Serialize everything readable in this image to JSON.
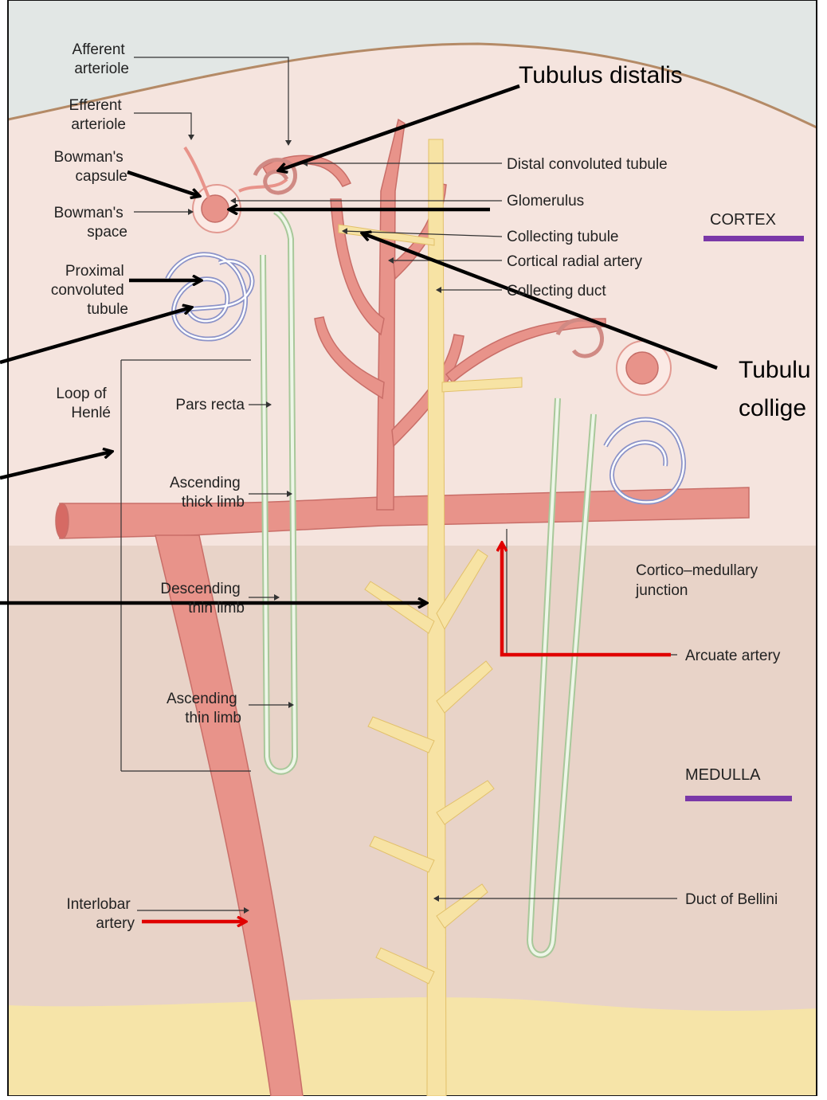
{
  "labels": {
    "afferent_arteriole": [
      "Afferent",
      "arteriole"
    ],
    "efferent_arteriole": [
      "Efferent",
      "arteriole"
    ],
    "bowmans_capsule": [
      "Bowman's",
      "capsule"
    ],
    "bowmans_space": [
      "Bowman's",
      "space"
    ],
    "proximal_convoluted_tubule": [
      "Proximal",
      "convoluted",
      "tubule"
    ],
    "loop_of_henle": [
      "Loop of",
      "Henlé"
    ],
    "pars_recta": "Pars recta",
    "ascending_thick_limb": [
      "Ascending",
      "thick limb"
    ],
    "descending_thin_limb": [
      "Descending",
      "thin limb"
    ],
    "ascending_thin_limb": [
      "Ascending",
      "thin limb"
    ],
    "interlobar_artery": [
      "Interlobar",
      "artery"
    ],
    "distal_convoluted_tubule": "Distal convoluted tubule",
    "glomerulus": "Glomerulus",
    "collecting_tubule": "Collecting tubule",
    "cortical_radial_artery": "Cortical radial artery",
    "collecting_duct": "Collecting duct",
    "cortico_medullary_junction": [
      "Cortico–medullary",
      "junction"
    ],
    "arcuate_artery": "Arcuate artery",
    "duct_of_bellini": "Duct of Bellini"
  },
  "zones": {
    "cortex": "CORTEX",
    "medulla": "MEDULLA"
  },
  "annotations": {
    "tubulus_distalis": "Tubulus distalis",
    "tubulus_colligens": [
      "Tubulu",
      "collige"
    ]
  },
  "colors": {
    "cortex_bg": "#f5e4de",
    "medulla_bg": "#e8d3c8",
    "artery": "#e8938a",
    "duct": "#f7e3a4",
    "tubule": "#cfe3c6",
    "annotation_black": "#000000",
    "annotation_red": "#e00000",
    "zone_bar": "#7a38a8"
  }
}
